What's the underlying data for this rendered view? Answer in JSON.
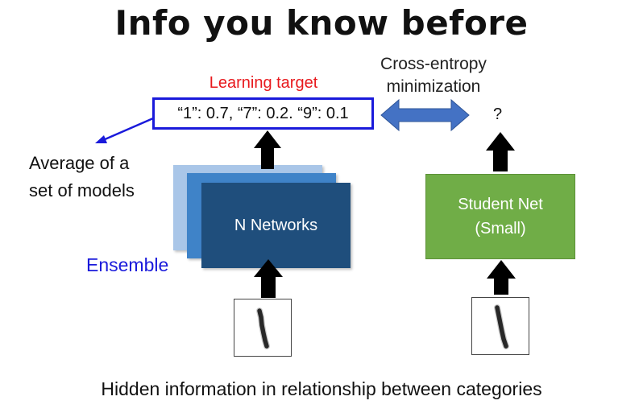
{
  "title": "Info you know before",
  "learning_target_label": "Learning target",
  "target_distribution": "“1”: 0.7, “7”: 0.2. “9”: 0.1",
  "cross_entropy_label": [
    "Cross-entropy",
    "minimization"
  ],
  "student_output": "?",
  "average_label": [
    "Average of a",
    "set of models"
  ],
  "ensemble_label": "Ensemble",
  "teacher_label": "N Networks",
  "student_label": [
    "Student Net",
    "(Small)"
  ],
  "caption": "Hidden information in relationship between categories",
  "colors": {
    "ensemble_back": "#a9c6e8",
    "ensemble_mid": "#3f83c8",
    "ensemble_front": "#1f4e7c",
    "student": "#70ad47",
    "target_box_border": "#1a1adb",
    "learning_target_text": "#e8191d",
    "double_arrow": "#4472c4"
  },
  "icons": {
    "up_arrow": "black-up-arrow-icon",
    "double_arrow": "double-headed-arrow-icon",
    "pointer_arrow": "diagonal-pointer-arrow-icon",
    "input_image": "handwritten-digit-one-image"
  }
}
